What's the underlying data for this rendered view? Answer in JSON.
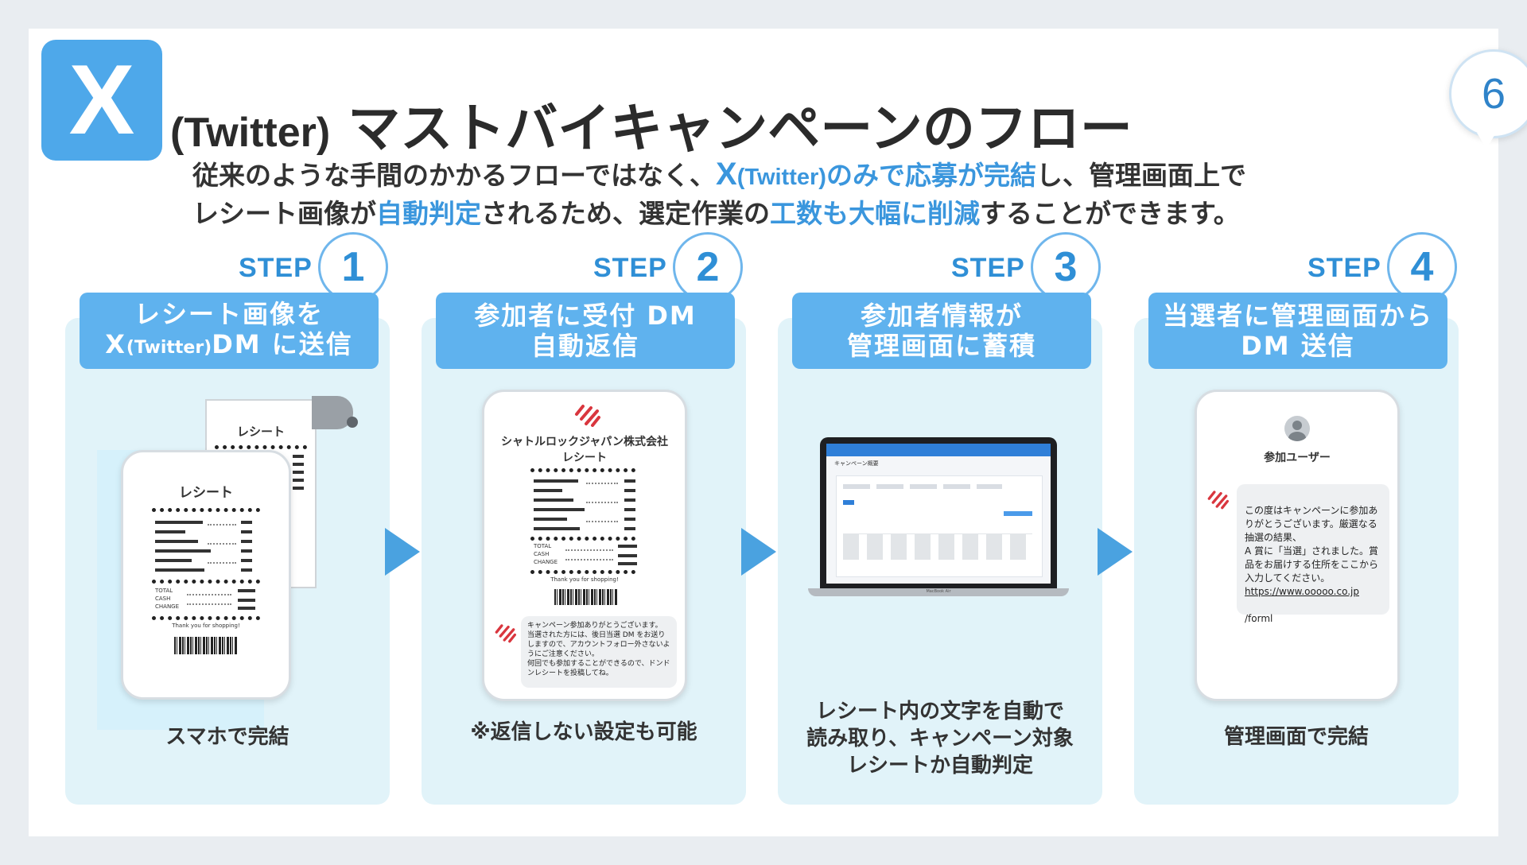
{
  "header": {
    "logo_letter": "X",
    "title_prefix": "(Twitter)",
    "title_main": "マストバイキャンペーンのフロー",
    "page_number": "6"
  },
  "intro": {
    "line1_a": "従来のような手間のかかるフローではなく、",
    "line1_hl_x": "X",
    "line1_hl_tw": "(Twitter)",
    "line1_hl_b": "のみで応募が完結",
    "line1_c": "し、管理画面上で",
    "line2_a": "レシート画像が",
    "line2_hl_a": "自動判定",
    "line2_b": "されるため、選定作業の",
    "line2_hl_b": "工数も大幅に削減",
    "line2_c": "することができます。"
  },
  "steps": [
    {
      "step_word": "STEP",
      "number": "1",
      "banner_line1": "レシート画像を",
      "banner_line2_x": "X",
      "banner_line2_tw": "(Twitter)",
      "banner_line2_rest": "DM に送信",
      "caption": "スマホで完結"
    },
    {
      "step_word": "STEP",
      "number": "2",
      "banner_line1": "参加者に受付 DM",
      "banner_line2": "自動返信",
      "caption": "※返信しない設定も可能"
    },
    {
      "step_word": "STEP",
      "number": "3",
      "banner_line1": "参加者情報が",
      "banner_line2": "管理画面に蓄積",
      "caption_line1": "レシート内の文字を自動で",
      "caption_line2": "読み取り、キャンペーン対象",
      "caption_line3": "レシートか自動判定"
    },
    {
      "step_word": "STEP",
      "number": "4",
      "banner_line1": "当選者に管理画面から",
      "banner_line2": "DM 送信",
      "caption": "管理画面で完結"
    }
  ],
  "receipt": {
    "title": "レシート",
    "total": "TOTAL",
    "cash": "CASH",
    "change": "CHANGE",
    "thanks": "Thank you for shopping!"
  },
  "step2_phone": {
    "company": "シャトルロックジャパン株式会社",
    "receipt_title": "レシート",
    "message": "キャンペーン参加ありがとうございます。\n当選された方には、後日当選 DM をお送りしますので、アカウントフォロー外さないようにご注意ください。\n何回でも参加することができるので、ドンドンレシートを投稿してね。"
  },
  "step3_laptop": {
    "screen_title": "キャンペーン概要",
    "model_label": "MacBook Air"
  },
  "step4_phone": {
    "user_name": "参加ユーザー",
    "message": "この度はキャンペーンに参加ありがとうございます。厳選なる抽選の結果、\nA 賞に「当選」されました。賞品をお届けする住所をここから入力してください。",
    "link_line1": "https://www.ooooo.co.jp",
    "link_line2": "/forml"
  },
  "colors": {
    "accent": "#3a96dd",
    "banner": "#5fb2ee",
    "card": "#e1f3f9",
    "brand_red": "#d9363e"
  }
}
